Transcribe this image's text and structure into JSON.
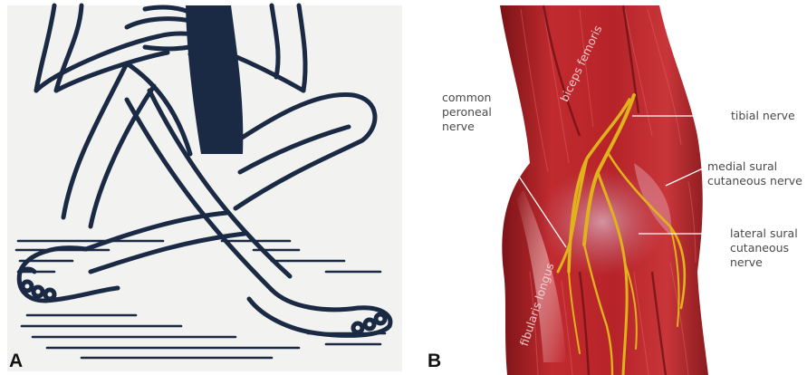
{
  "panels": [
    {
      "letter": "A",
      "content": "line-art-crossed-legs"
    },
    {
      "letter": "B",
      "content": "knee-nerve-anatomy"
    }
  ],
  "panel_b": {
    "muscle_labels": {
      "biceps_femoris": "biceps femoris",
      "fibularis_longus": "fibularis longus"
    },
    "nerve_labels": {
      "common_peroneal": "common\nperoneal\nnerve",
      "tibial": "tibial nerve",
      "medial_sural": "medial sural\ncutaneous nerve",
      "lateral_sural": "lateral sural\ncutaneous\nnerve"
    }
  },
  "colors": {
    "ink": "#1b2a44",
    "paper": "#f2f2f0",
    "muscle_red": "#b8242a",
    "muscle_dark": "#7e1418",
    "nerve_yellow": "#e0b21c",
    "leader": "#ffffff"
  }
}
